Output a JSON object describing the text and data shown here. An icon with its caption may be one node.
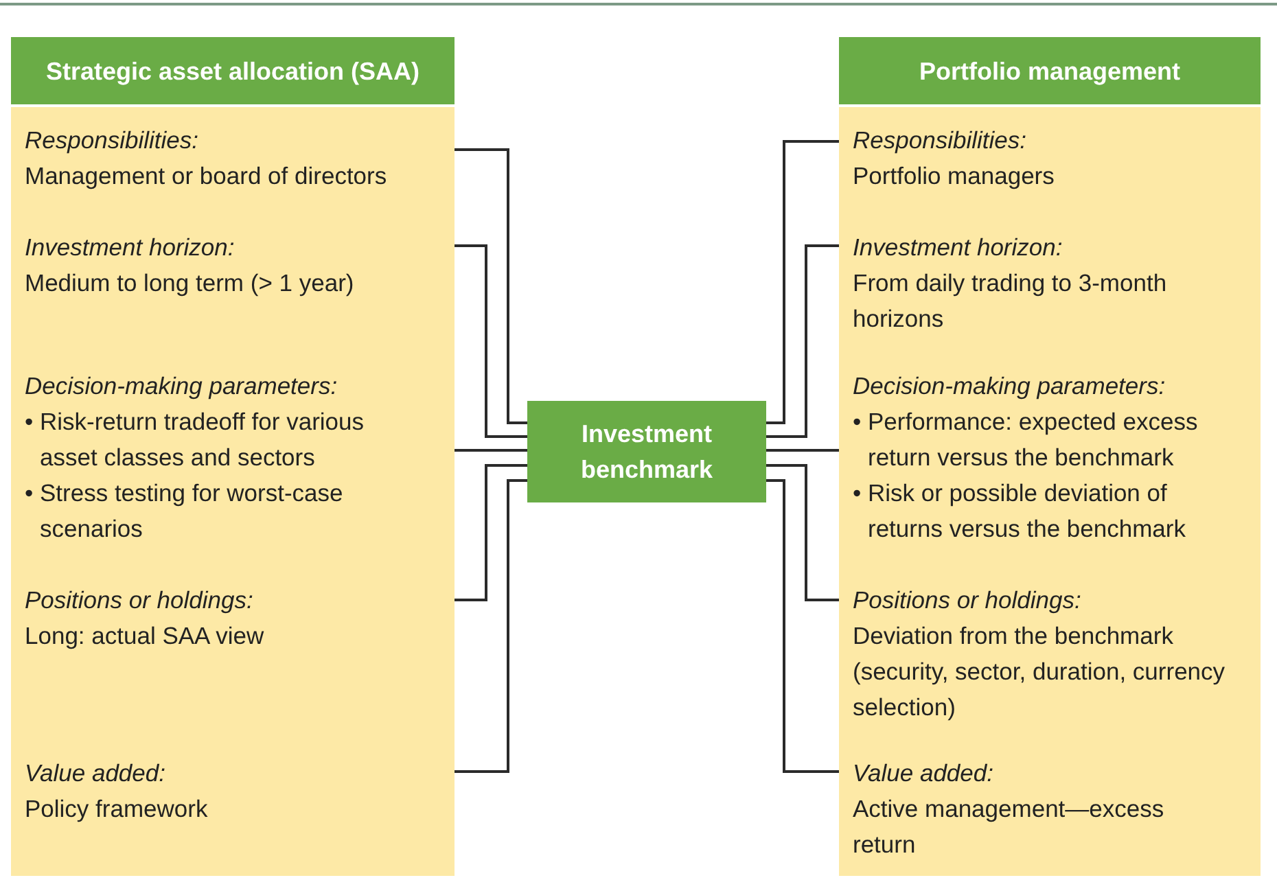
{
  "diagram": {
    "nodes": [
      {
        "text": [
          "Strategic asset allocation (SAA)"
        ]
      },
      {
        "text": [],
        "shape": "box"
      },
      {
        "text": [
          "Responsibilities:",
          "Management or board of directors"
        ],
        "in": 1
      },
      {
        "text": [
          "Investment horizon:",
          "Medium to long term (> 1 year)"
        ],
        "in": 1
      },
      {
        "text": [
          "Decision-making parameters:",
          "• Risk-return tradeoff for various asset classes and sectors",
          "• Stress testing for worst-case scenarios"
        ],
        "in": 1
      },
      {
        "text": [
          "Positions or holdings:",
          "Long: actual SAA view"
        ],
        "in": 1
      },
      {
        "text": [
          "Value added:",
          "Policy framework"
        ],
        "in": 1
      },
      {
        "text": [
          "Portfolio management"
        ]
      },
      {
        "text": [],
        "shape": "box"
      },
      {
        "text": [
          "Responsibilities:",
          "Portfolio managers"
        ],
        "in": 8
      },
      {
        "text": [
          "Investment horizon:",
          "From daily trading to 3-month horizons"
        ],
        "in": 8
      },
      {
        "text": [
          "Decision-making parameters:",
          "• Performance: expected excess return versus the benchmark",
          "• Risk or possible deviation of returns versus the benchmark"
        ],
        "in": 8
      },
      {
        "text": [
          "Positions or holdings:",
          "Deviation from the benchmark (security, sector, duration, currency selection)"
        ],
        "in": 8
      },
      {
        "text": [
          "Value added:",
          "Active management—excess return"
        ],
        "in": 8
      },
      {
        "text": [
          "Investment benchmark"
        ]
      }
    ],
    "edges": [
      {
        "from": 2,
        "to": 14,
        "arrow": "none"
      },
      {
        "from": 3,
        "to": 14,
        "arrow": "none"
      },
      {
        "from": 4,
        "to": 14,
        "arrow": "none"
      },
      {
        "from": 5,
        "to": 14,
        "arrow": "none"
      },
      {
        "from": 6,
        "to": 14,
        "arrow": "none"
      },
      {
        "from": 9,
        "to": 14,
        "arrow": "none"
      },
      {
        "from": 10,
        "to": 14,
        "arrow": "none"
      },
      {
        "from": 11,
        "to": 14,
        "arrow": "none"
      },
      {
        "from": 12,
        "to": 14,
        "arrow": "none"
      },
      {
        "from": 13,
        "to": 14,
        "arrow": "none"
      }
    ]
  }
}
